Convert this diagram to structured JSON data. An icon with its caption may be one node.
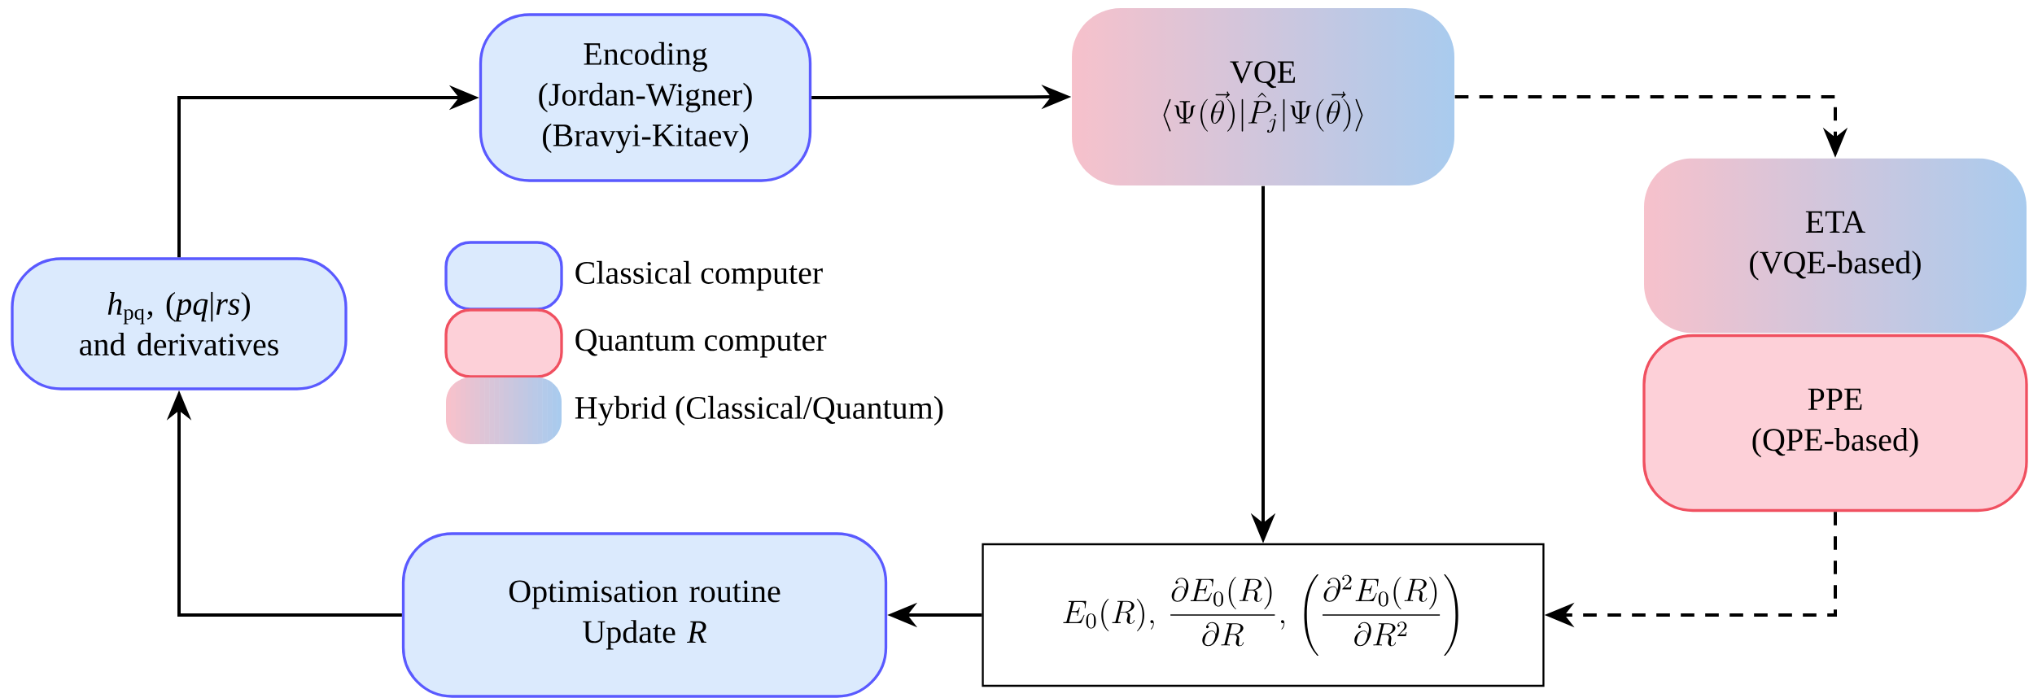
{
  "diagram": {
    "nodes": [
      {
        "text": [
          "*h*$_{pq}$, (*pq*|*rs*) and derivatives"
        ]
      },
      {
        "text": [
          "Encoding",
          "(Jordan-Wigner) (Bravyi-Kitaev)"
        ]
      },
      {
        "text": [
          "VQE",
          "\\langle\\Psi(\\vec{\\theta})|\\hat{P}_j|\\Psi(\\vec{\\theta})\\rangle"
        ]
      },
      {
        "text": [
          "ETA",
          "(VQE-based)"
        ]
      },
      {
        "text": [
          "PPE",
          "(QPE-based)"
        ]
      },
      {
        "text": [
          "E_0(R),\\,\\frac{\\partial E_0(R)}{\\partial R},\\,\\left(\\frac{\\partial^2 E_0(R)}{\\partial R^2}\\right)"
        ]
      },
      {
        "text": [
          "Optimisation routine",
          "Update *R*"
        ]
      }
    ],
    "edges": [
      {
        "from": 0,
        "to": 1,
        "arrow": "to"
      },
      {
        "from": 1,
        "to": 2,
        "arrow": "to"
      },
      {
        "from": 2,
        "to": 3,
        "arrow": "to",
        "style": "dashed"
      },
      {
        "from": 2,
        "to": 5,
        "arrow": "to"
      },
      {
        "from": 4,
        "to": 5,
        "arrow": "to",
        "style": "dashed"
      },
      {
        "from": 5,
        "to": 6,
        "arrow": "to"
      },
      {
        "from": 6,
        "to": 0,
        "arrow": "to"
      }
    ],
    "legend": [
      {
        "text": "Classical computer",
        "color": "#dbeafd"
      },
      {
        "text": "Quantum computer",
        "color": "#fdd0d8"
      },
      {
        "text": "Hybrid (Classical/Quantum)"
      }
    ]
  }
}
